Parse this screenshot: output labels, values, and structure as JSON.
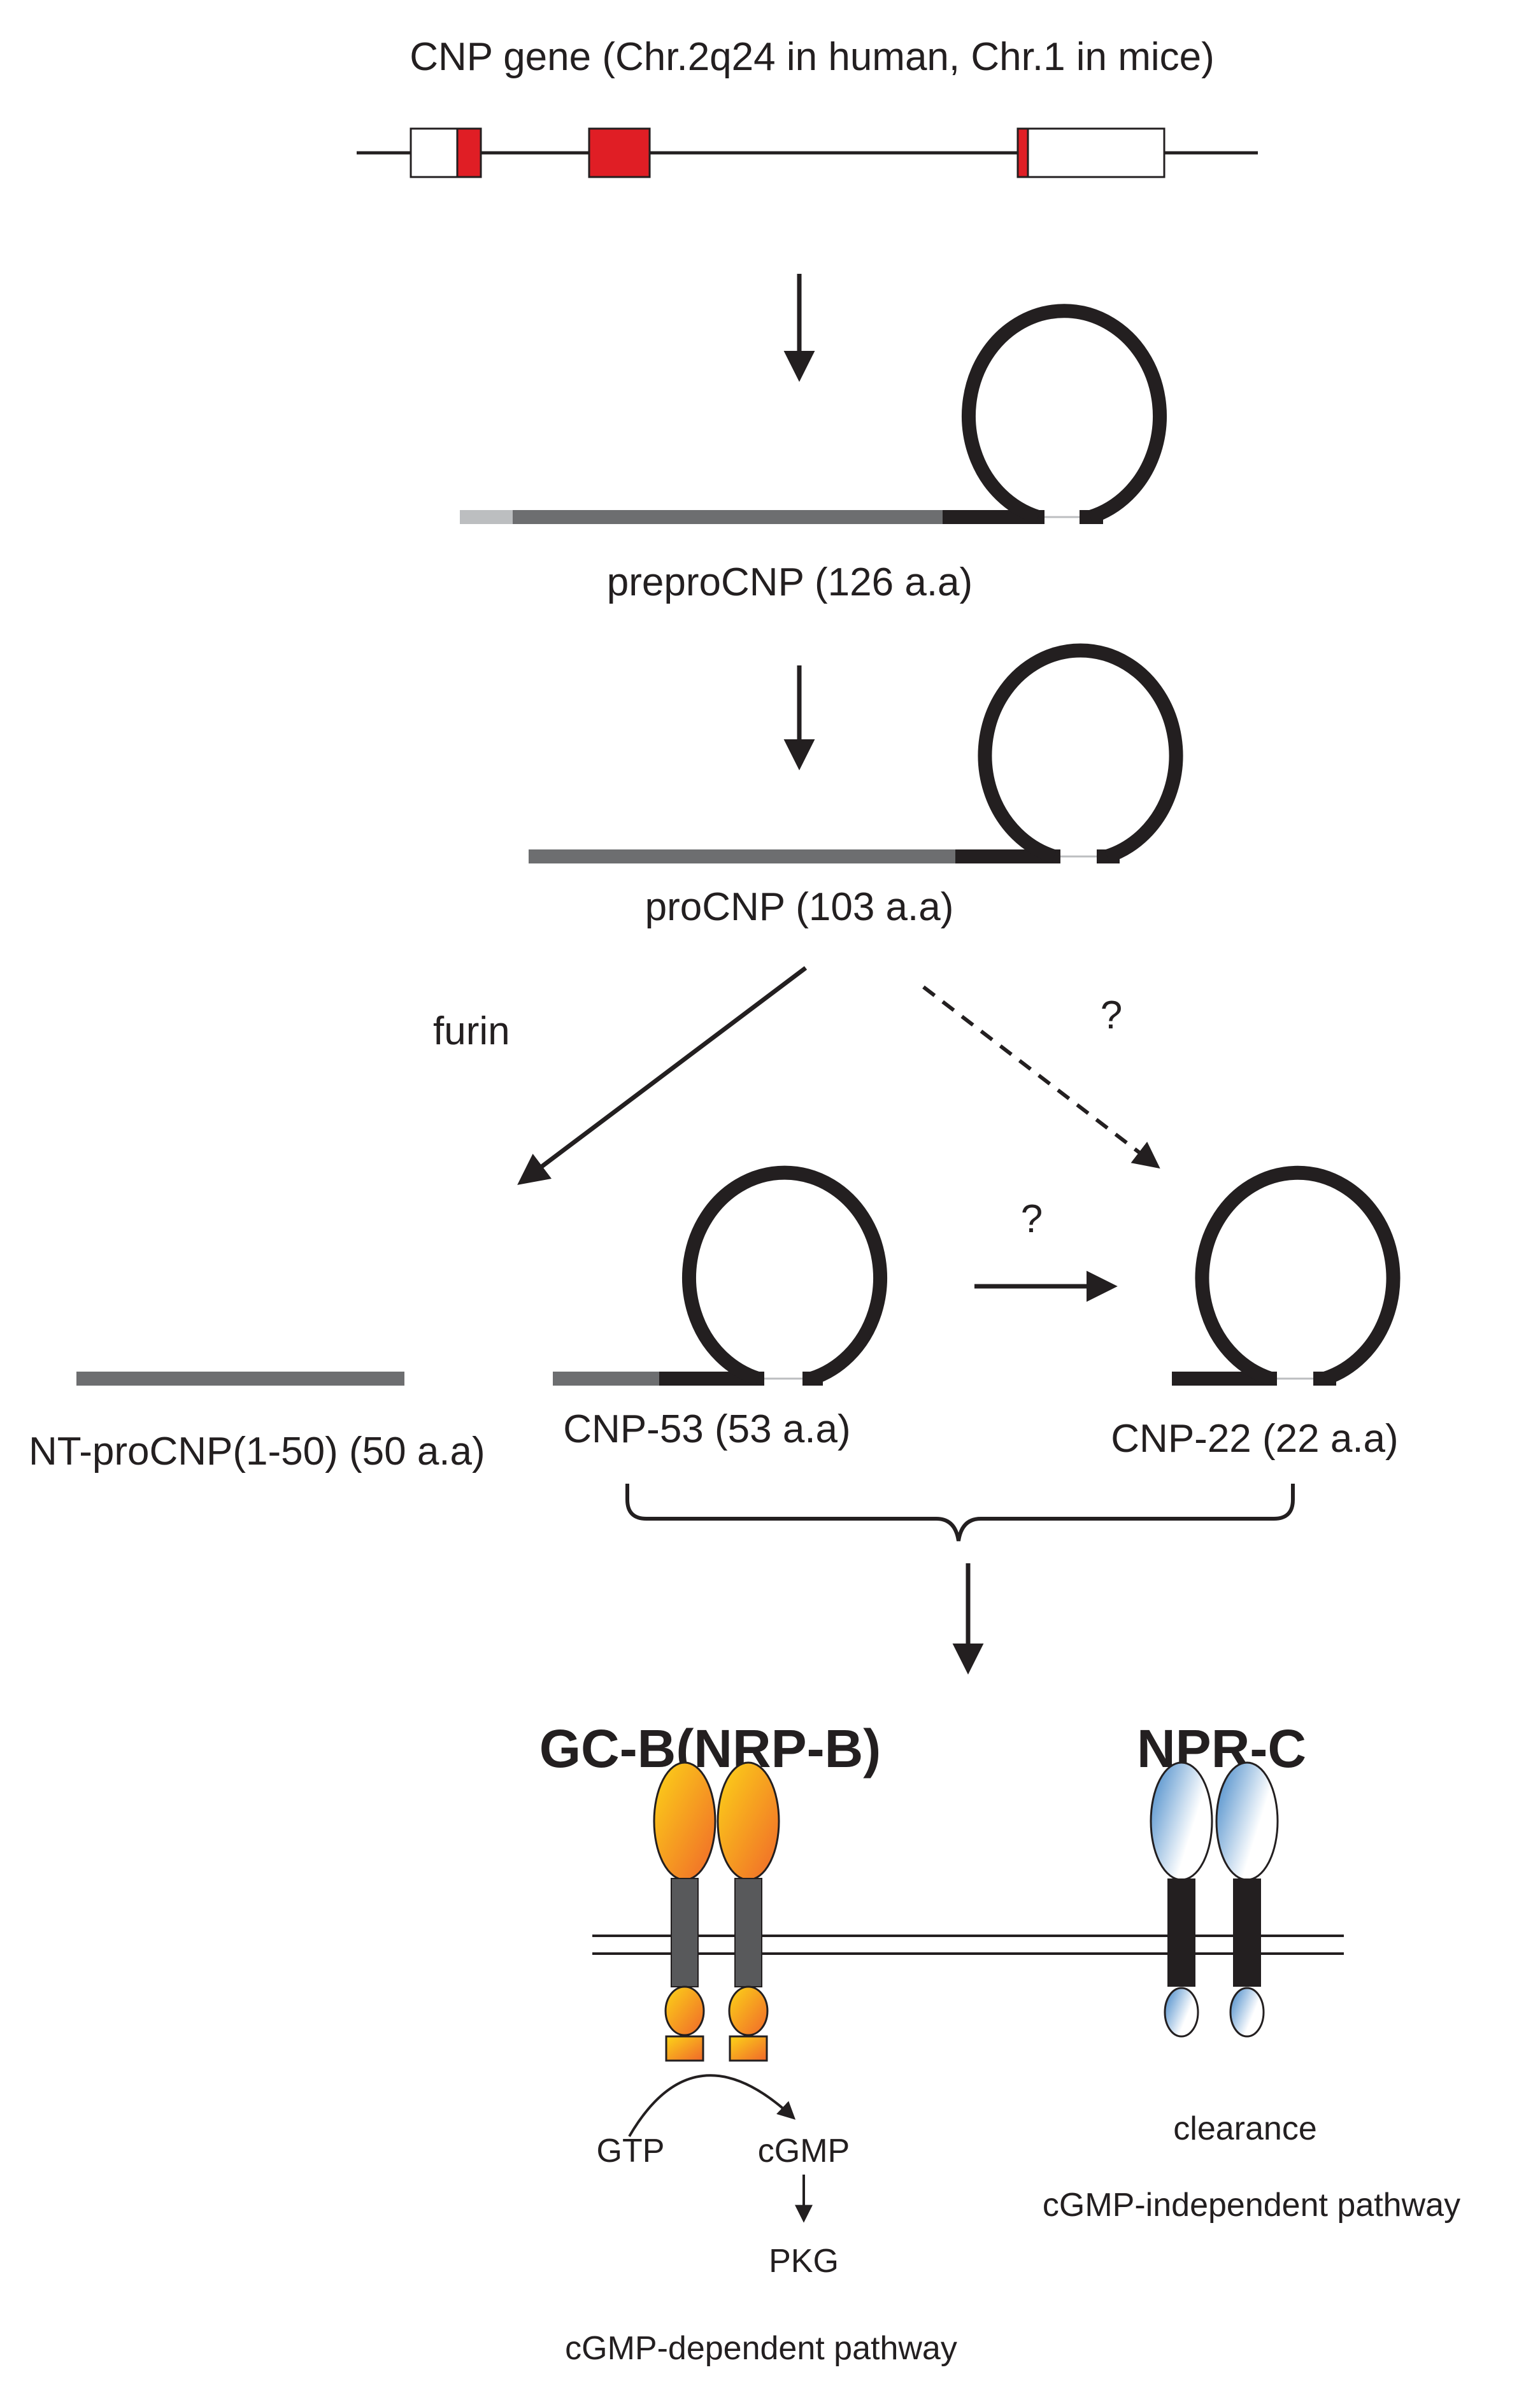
{
  "gene": {
    "title": "CNP gene (Chr.2q24 in human, Chr.1 in mice)"
  },
  "peptides": {
    "preprocnp": "preproCNP (126 a.a)",
    "procnp": "proCNP (103 a.a)",
    "nt_procnp": "NT-proCNP(1-50) (50 a.a)",
    "cnp53": "CNP-53 (53 a.a)",
    "cnp22": "CNP-22 (22 a.a)"
  },
  "processing": {
    "furin_label": "furin",
    "unknown_dashed": "?",
    "unknown_conversion": "?"
  },
  "receptors": {
    "gcb": {
      "name": "GC-B(NRP-B)",
      "substrate": "GTP",
      "product": "cGMP",
      "effector": "PKG",
      "pathway": "cGMP-dependent pathway"
    },
    "nprc": {
      "name": "NPR-C",
      "role": "clearance",
      "pathway": "cGMP-independent pathway"
    }
  },
  "colors": {
    "exon_coding": "#e01e25",
    "peptide_black": "#231f20",
    "pro_segment": "#6d6e70",
    "signal_segment": "#bcbec0",
    "gcb_gradient": [
      "#fcd418",
      "#f0672a"
    ],
    "nprc_gradient": [
      "#3d83c6",
      "#ffffff"
    ]
  }
}
